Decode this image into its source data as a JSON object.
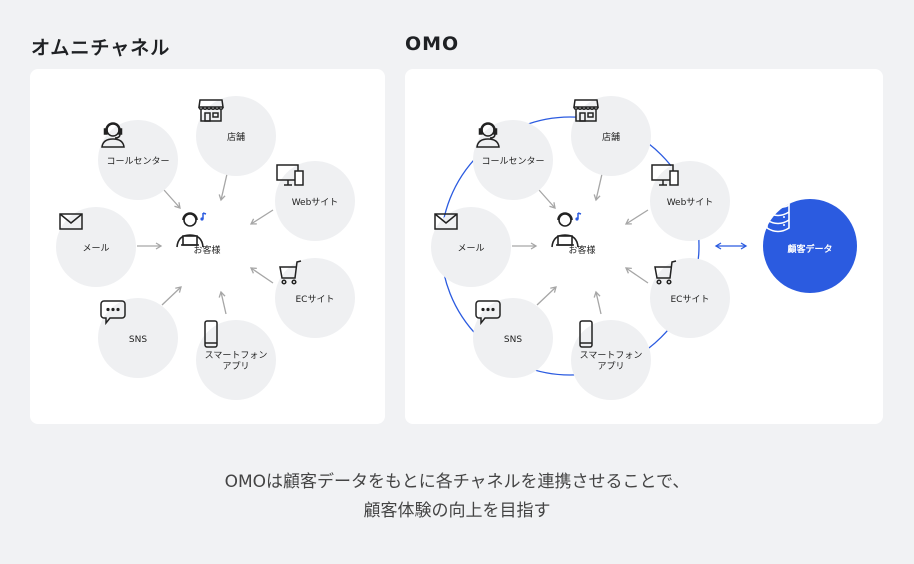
{
  "omni": {
    "title": "オムニチャネル",
    "center_label": "お客様",
    "nodes": {
      "store": "店舗",
      "call": "コールセンター",
      "web": "Webサイト",
      "mail": "メール",
      "ec": "ECサイト",
      "sns": "SNS",
      "app_line1": "スマートフォン",
      "app_line2": "アプリ"
    }
  },
  "omo": {
    "title": "OMO",
    "center_label": "お客様",
    "nodes": {
      "store": "店舗",
      "call": "コールセンター",
      "web": "Webサイト",
      "mail": "メール",
      "ec": "ECサイト",
      "sns": "SNS",
      "app_line1": "スマートフォン",
      "app_line2": "アプリ"
    },
    "database_label": "顧客データ"
  },
  "caption": {
    "line1": "OMOは顧客データをもとに各チャネルを連携させることで、",
    "line2": "顧客体験の向上を目指す"
  },
  "colors": {
    "accent": "#2b5be0",
    "node_bg": "#eff0f2",
    "arrow": "#a6a6a6",
    "page_bg": "#f1f2f4"
  },
  "icons": [
    "headset-icon",
    "store-icon",
    "monitor-icon",
    "mail-icon",
    "cart-icon",
    "chat-icon",
    "smartphone-icon",
    "customer-icon",
    "database-icon"
  ]
}
